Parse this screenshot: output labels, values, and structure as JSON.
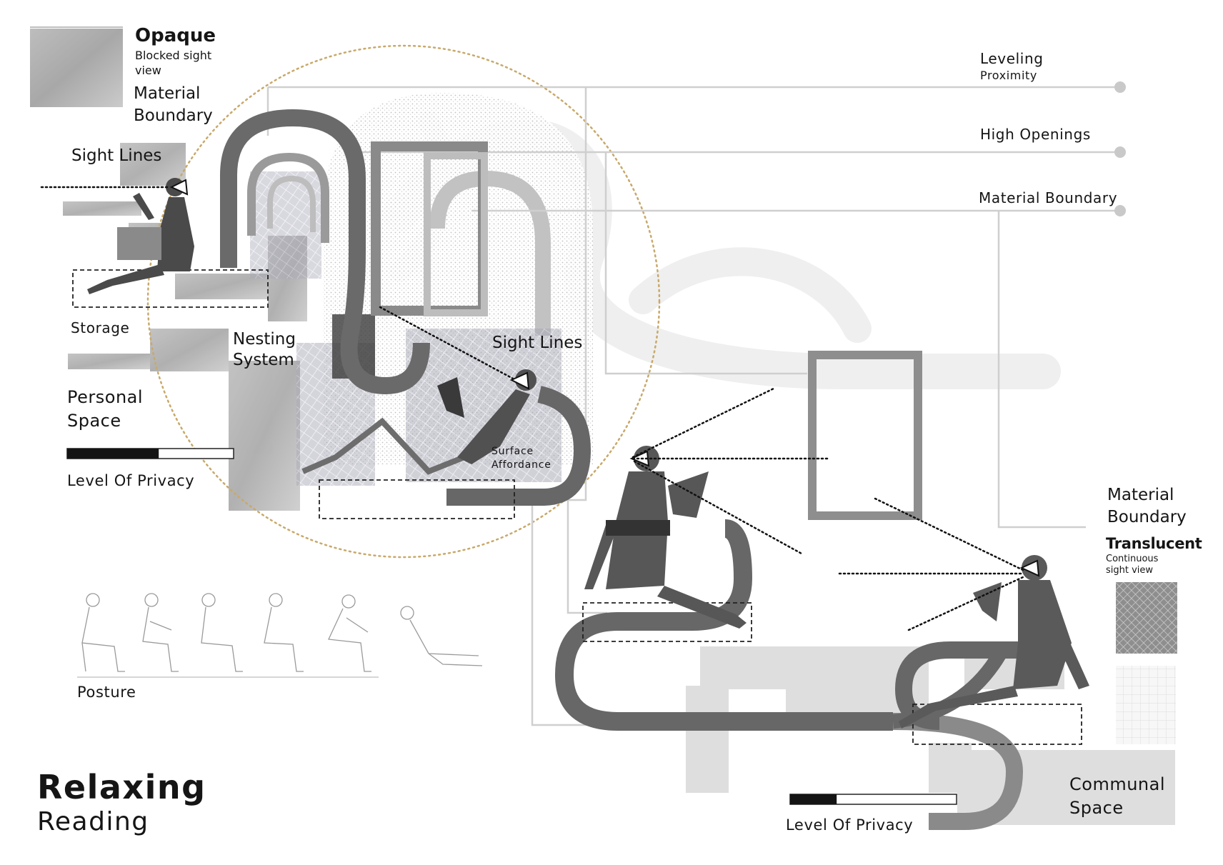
{
  "title": {
    "main": "Relaxing",
    "sub": "Reading"
  },
  "legend_opaque": {
    "title": "Opaque",
    "desc": "Blocked sight\nview",
    "label": "Material\nBoundary"
  },
  "legend_translucent": {
    "label": "Material\nBoundary",
    "title": "Translucent",
    "desc": "Continuous\nsight view"
  },
  "lines": {
    "leveling": "Leveling",
    "proximity": "Proximity",
    "high_openings": "High Openings",
    "material_boundary": "Material Boundary"
  },
  "labels": {
    "sight_lines_left": "Sight Lines",
    "sight_lines_center": "Sight Lines",
    "storage": "Storage",
    "nesting_system": "Nesting\nSystem",
    "personal_space": "Personal\nSpace",
    "surface_affordance": "Surface\nAffordance",
    "posture": "Posture",
    "communal_space": "Communal\nSpace"
  },
  "privacy": [
    {
      "label": "Level Of Privacy",
      "level": 0.55
    },
    {
      "label": "Level Of Privacy",
      "level": 0.28
    }
  ],
  "colors": {
    "ink": "#151515",
    "guide": "#cdcdcd",
    "ribbon": "#676767",
    "frame": "#8a8a8a",
    "circle": "#c8a96a"
  }
}
